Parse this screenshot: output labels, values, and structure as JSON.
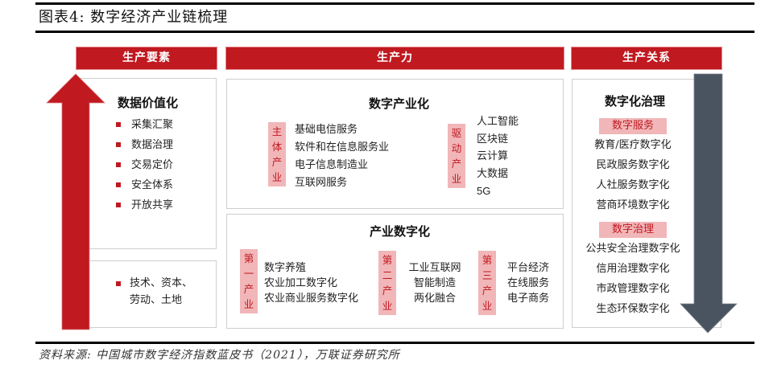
{
  "figure": {
    "title": "图表4:  数字经济产业链梳理",
    "source": "资料来源:  中国城市数字经济指数蓝皮书（2021），万联证券研究所"
  },
  "colors": {
    "header_red": "#c01920",
    "tag_pink": "#f1b6b8",
    "up_arrow": "#c01920",
    "down_arrow": "#4a5460",
    "box_border": "#cfcfcf"
  },
  "columns": {
    "factors": {
      "header": "生产要素",
      "arrow": "up-arrow",
      "data_box": {
        "title": "数据价值化",
        "items": [
          "采集汇聚",
          "数据治理",
          "交易定价",
          "安全体系",
          "开放共享"
        ]
      },
      "traditional_box": {
        "items": [
          "技术、资本、",
          "劳动、土地"
        ]
      }
    },
    "productivity": {
      "header": "生产力",
      "digital_industrialization": {
        "title": "数字产业化",
        "main_tag": "主体产业",
        "main_tag_chars": [
          "主",
          "体",
          "产",
          "业"
        ],
        "main_items": [
          "基础电信服务",
          "软件和在信息服务业",
          "电子信息制造业",
          "互联网服务"
        ],
        "driver_tag": "驱动产业",
        "driver_tag_chars": [
          "驱",
          "动",
          "产",
          "业"
        ],
        "driver_items": [
          "人工智能",
          "区块链",
          "云计算",
          "大数据",
          "5G"
        ]
      },
      "industrial_digitalization": {
        "title": "产业数字化",
        "sectors": [
          {
            "tag": "第一产业",
            "tag_chars": [
              "第",
              "一",
              "产",
              "业"
            ],
            "items": [
              "数字养殖",
              "农业加工数字化",
              "农业商业服务数字化"
            ]
          },
          {
            "tag": "第二产业",
            "tag_chars": [
              "第",
              "二",
              "产",
              "业"
            ],
            "items": [
              "工业互联网",
              "智能制造",
              "两化融合"
            ]
          },
          {
            "tag": "第三产业",
            "tag_chars": [
              "第",
              "三",
              "产",
              "业"
            ],
            "items": [
              "平台经济",
              "在线服务",
              "电子商务"
            ]
          }
        ]
      }
    },
    "relations": {
      "header": "生产关系",
      "arrow": "down-arrow",
      "governance_box": {
        "title": "数字化治理",
        "groups": [
          {
            "tag": "数字服务",
            "items": [
              "教育/医疗数字化",
              "民政服务数字化",
              "人社服务数字化",
              "营商环境数字化"
            ]
          },
          {
            "tag": "数字治理",
            "items": [
              "公共安全治理数字化",
              "信用治理数字化",
              "市政管理数字化",
              "生态环保数字化"
            ]
          }
        ]
      }
    }
  }
}
